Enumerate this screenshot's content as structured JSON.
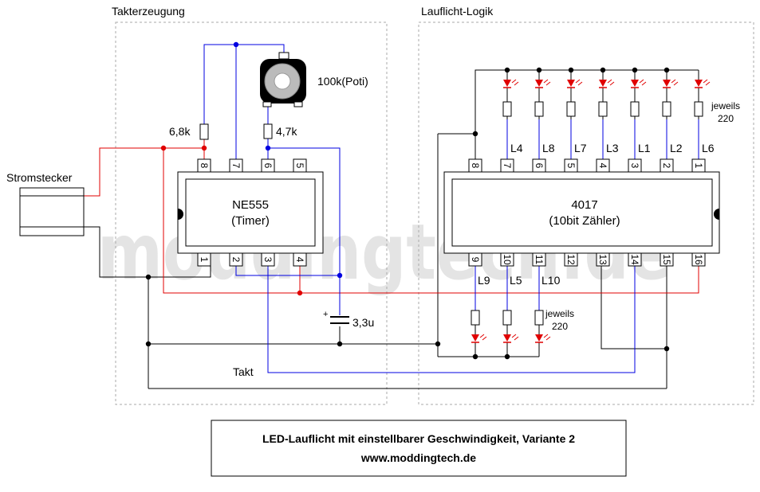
{
  "sections": {
    "clock": "Takterzeugung",
    "logic": "Lauflicht-Logik"
  },
  "power_label": "Stromstecker",
  "ne555": {
    "name": "NE555",
    "sub": "(Timer)",
    "pins_top": [
      "8",
      "7",
      "6",
      "5"
    ],
    "pins_bottom": [
      "1",
      "2",
      "3",
      "4"
    ]
  },
  "cd4017": {
    "name": "4017",
    "sub": "(10bit Zähler)",
    "pins_top": [
      "8",
      "7",
      "6",
      "5",
      "4",
      "3",
      "2",
      "1"
    ],
    "pins_bottom": [
      "9",
      "10",
      "11",
      "12",
      "13",
      "14",
      "15",
      "16"
    ]
  },
  "components": {
    "poti": "100k(Poti)",
    "r1": "6,8k",
    "r2": "4,7k",
    "cap": "3,3u",
    "cap_plus": "+",
    "each_top_1": "jeweils",
    "each_top_2": "220",
    "each_bottom_1": "jeweils",
    "each_bottom_2": "220",
    "takt": "Takt"
  },
  "led_labels_top": [
    "L4",
    "L8",
    "L7",
    "L3",
    "L1",
    "L2",
    "L6"
  ],
  "led_labels_bottom": [
    "L9",
    "L5",
    "L10"
  ],
  "caption": {
    "line1": "LED-Lauflicht mit einstellbarer Geschwindigkeit, Variante 2",
    "line2": "www.moddingtech.de"
  },
  "watermark": "moddingtech.de",
  "colors": {
    "red": "#e00000",
    "blue": "#0000e0",
    "black": "#000000",
    "dash": "#aaaaaa",
    "watermark": "#e4e4e4"
  }
}
